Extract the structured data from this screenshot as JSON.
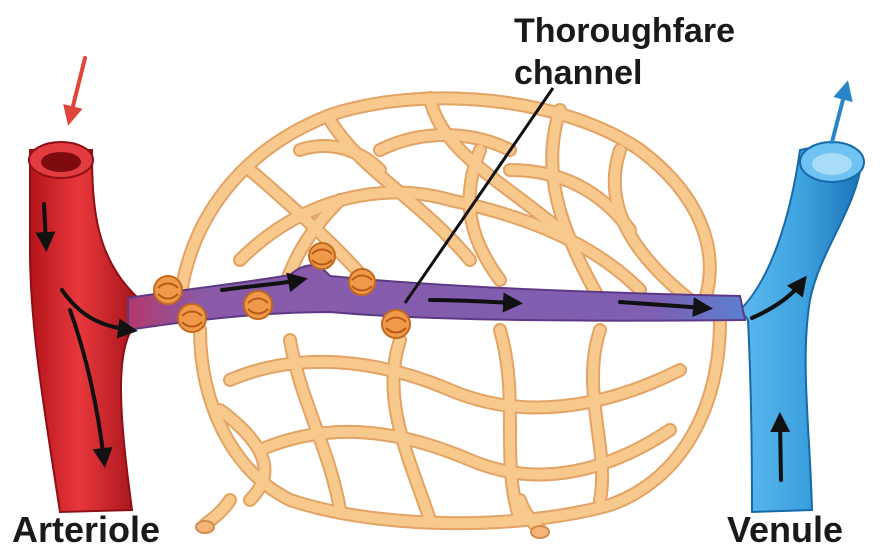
{
  "labels": {
    "thoroughfare_line1": "Thoroughfare",
    "thoroughfare_line2": "channel",
    "arteriole": "Arteriole",
    "venule": "Venule"
  },
  "colors": {
    "arteriole": "#d8242a",
    "arteriole_dark": "#9e1016",
    "venule": "#3ea3e0",
    "venule_dark": "#1b6fb3",
    "capillary": "#f8c98d",
    "capillary_edge": "#e3a364",
    "thoroughfare": "#8a5aa8",
    "sphincter": "#ef9a4a",
    "flow_arrow": "#111111",
    "in_arrow": "#e0453a",
    "out_arrow": "#2a86c8"
  },
  "icons": {
    "inflow": "red-arrow-icon",
    "outflow": "blue-arrow-icon",
    "flow": "black-flow-arrow-icon",
    "sphincter": "precapillary-sphincter-icon"
  }
}
